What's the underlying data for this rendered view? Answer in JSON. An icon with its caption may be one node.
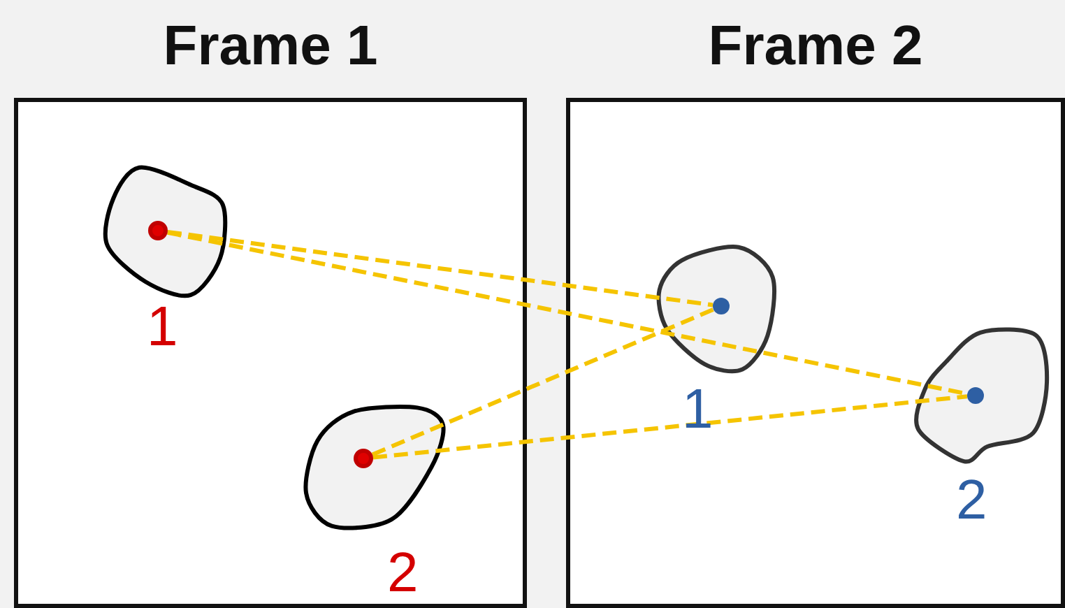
{
  "diagram": {
    "nodes": [
      {
        "text": [
          "Frame 1"
        ]
      },
      {
        "text": [],
        "shape": "blob",
        "beside": [
          "1"
        ],
        "in": 0
      },
      {
        "text": [],
        "shape": "circle",
        "in": 1
      },
      {
        "text": [],
        "shape": "blob",
        "beside": [
          "2"
        ],
        "in": 0
      },
      {
        "text": [],
        "shape": "circle",
        "in": 3
      },
      {
        "text": [
          "Frame 2"
        ]
      },
      {
        "text": [],
        "shape": "blob",
        "beside": [
          "1"
        ],
        "in": 5
      },
      {
        "text": [],
        "shape": "circle",
        "in": 6
      },
      {
        "text": [],
        "shape": "blob",
        "beside": [
          "2"
        ],
        "in": 5
      },
      {
        "text": [],
        "shape": "circle",
        "in": 8
      }
    ],
    "edges": [
      {
        "from": 2,
        "to": 7,
        "arrow": "none",
        "style": "dashed"
      },
      {
        "from": 2,
        "to": 9,
        "arrow": "none",
        "style": "dashed"
      },
      {
        "from": 4,
        "to": 7,
        "arrow": "none",
        "style": "dashed"
      },
      {
        "from": 4,
        "to": 9,
        "arrow": "none",
        "style": "dashed"
      }
    ]
  }
}
